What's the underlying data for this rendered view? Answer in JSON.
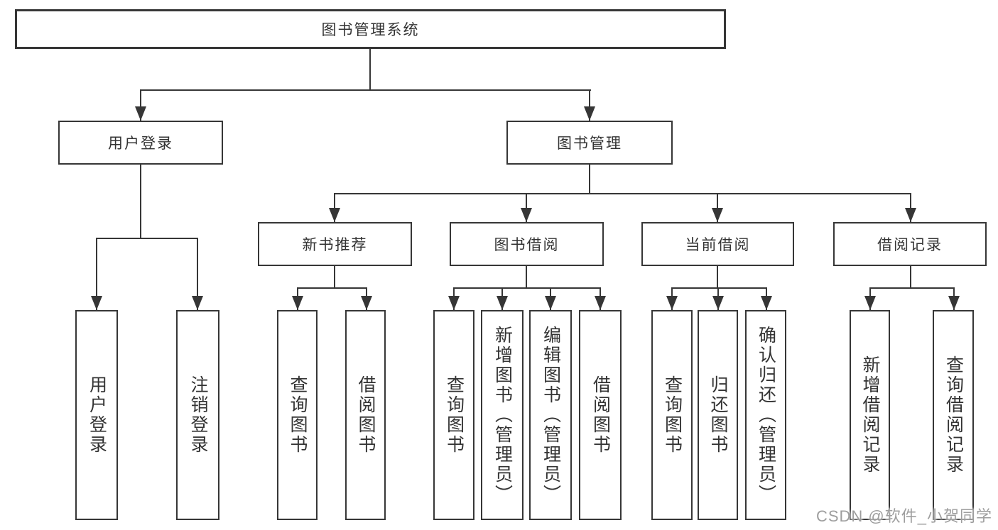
{
  "title": "图书管理系统",
  "colors": {
    "line": "#363636",
    "text": "#333333",
    "background": "#ffffff",
    "watermark": "#9e9e9e"
  },
  "nodes": {
    "root": "图书管理系统",
    "user_login": "用户登录",
    "book_mgmt": "图书管理",
    "new_book_rec": "新书推荐",
    "book_borrow": "图书借阅",
    "current_borrow": "当前借阅",
    "borrow_record": "借阅记录",
    "leaf_user_login": "用户登录",
    "leaf_logout": "注销登录",
    "leaf_query_book_1": "查询图书",
    "leaf_borrow_book_1": "借阅图书",
    "leaf_query_book_2": "查询图书",
    "leaf_add_book": "新增图书（管理员）",
    "leaf_edit_book": "编辑图书（管理员）",
    "leaf_borrow_book_2": "借阅图书",
    "leaf_query_book_3": "查询图书",
    "leaf_return_book": "归还图书",
    "leaf_confirm_return": "确认归还（管理员）",
    "leaf_add_record": "新增借阅记录",
    "leaf_query_record": "查询借阅记录"
  },
  "hierarchy": {
    "图书管理系统": {
      "用户登录": [
        "用户登录",
        "注销登录"
      ],
      "图书管理": {
        "新书推荐": [
          "查询图书",
          "借阅图书"
        ],
        "图书借阅": [
          "查询图书",
          "新增图书（管理员）",
          "编辑图书（管理员）",
          "借阅图书"
        ],
        "当前借阅": [
          "查询图书",
          "归还图书",
          "确认归还（管理员）"
        ],
        "借阅记录": [
          "新增借阅记录",
          "查询借阅记录"
        ]
      }
    }
  },
  "watermark": "CSDN @软件_小贺同学"
}
